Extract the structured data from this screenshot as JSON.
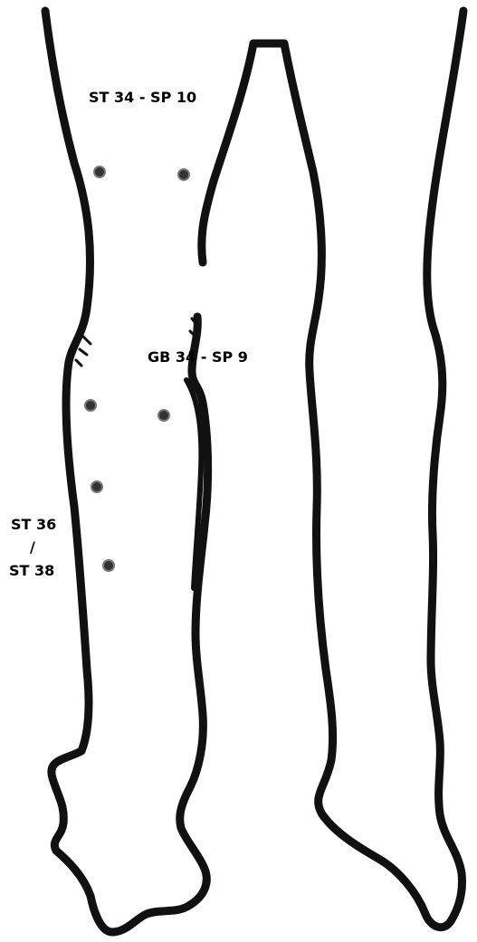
{
  "labels": {
    "st34_sp10": "ST 34 - SP 10",
    "gb34_sp9": "GB 34 - SP 9",
    "st36": "ST 36",
    "separator": "/",
    "st38": "ST 38"
  },
  "colors": {
    "outline": "#111111",
    "point": "#333333",
    "background": "#ffffff"
  }
}
